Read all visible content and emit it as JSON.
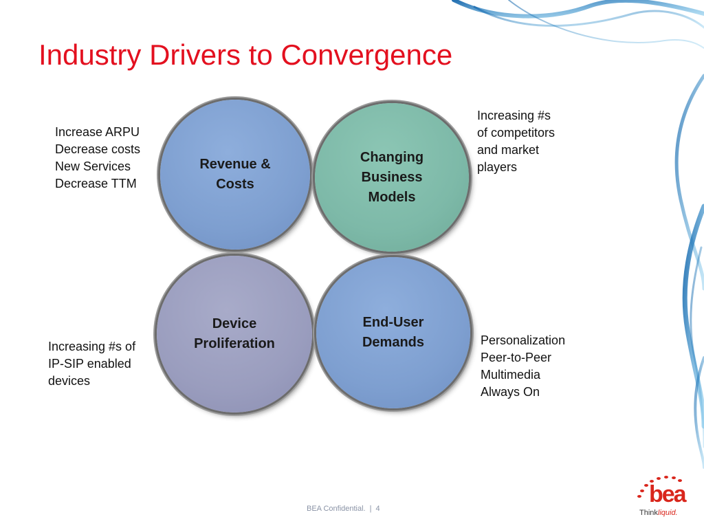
{
  "slide": {
    "title": "Industry Drivers to Convergence"
  },
  "circles": {
    "revenue": {
      "label": "Revenue &\nCosts",
      "color": "#7e9fd0"
    },
    "changing": {
      "label": "Changing\nBusiness\nModels",
      "color": "#7db9a8"
    },
    "device": {
      "label": "Device\nProliferation",
      "color": "#9a9dbe"
    },
    "enduser": {
      "label": "End-User\nDemands",
      "color": "#7e9fd0"
    }
  },
  "notes": {
    "revenue": [
      "Increase ARPU",
      "Decrease costs",
      "New Services",
      "Decrease TTM"
    ],
    "changing": [
      "Increasing #s",
      "of competitors",
      "and market",
      "players"
    ],
    "device": [
      "Increasing #s of",
      "IP-SIP enabled",
      "devices"
    ],
    "enduser": [
      "Personalization",
      "Peer-to-Peer",
      "Multimedia",
      "Always On"
    ]
  },
  "footer": {
    "confidential": "BEA Confidential.",
    "separator": "|",
    "page_number": "4"
  },
  "logo": {
    "brand": "bea",
    "tagline_think": "Think",
    "tagline_liquid": "liquid."
  },
  "colors": {
    "title": "#e3101f",
    "brand": "#d9261c",
    "swirl": "#2a86c8"
  }
}
